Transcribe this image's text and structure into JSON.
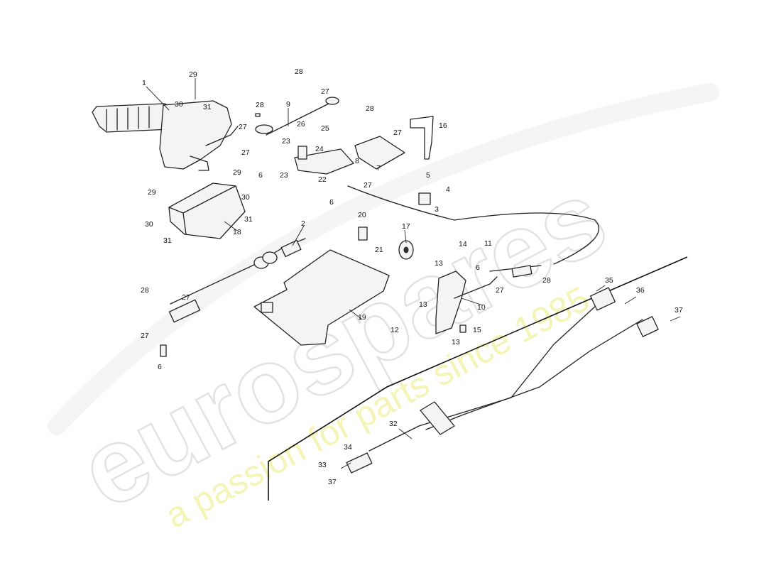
{
  "watermark": {
    "brand": "eurospares",
    "tagline": "a passion for parts since 1985"
  },
  "callouts": [
    "1",
    "2",
    "3",
    "4",
    "5",
    "6",
    "6",
    "6",
    "6",
    "7",
    "8",
    "9",
    "10",
    "11",
    "12",
    "13",
    "13",
    "13",
    "14",
    "15",
    "16",
    "17",
    "18",
    "19",
    "20",
    "21",
    "22",
    "23",
    "23",
    "24",
    "25",
    "26",
    "27",
    "27",
    "27",
    "27",
    "27",
    "27",
    "27",
    "27",
    "28",
    "28",
    "28",
    "28",
    "28",
    "29",
    "29",
    "29",
    "30",
    "30",
    "30",
    "31",
    "31",
    "31",
    "32",
    "33",
    "34",
    "35",
    "36",
    "37",
    "37"
  ]
}
